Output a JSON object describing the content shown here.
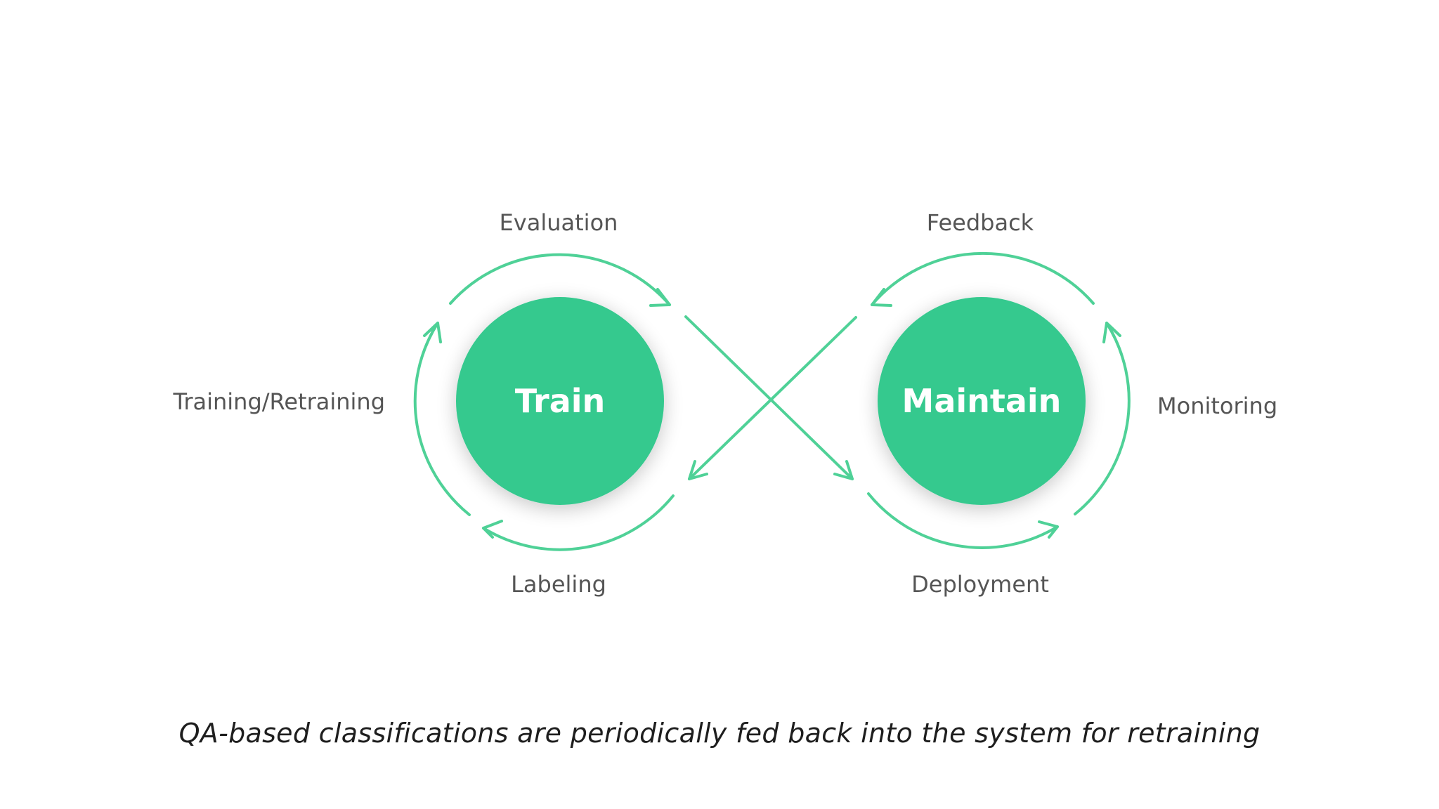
{
  "diagram": {
    "nodes": {
      "train": "Train",
      "maintain": "Maintain"
    },
    "stages": {
      "evaluation": "Evaluation",
      "training": "Training/Retraining",
      "labeling": "Labeling",
      "feedback": "Feedback",
      "monitoring": "Monitoring",
      "deployment": "Deployment"
    }
  },
  "caption": "QA-based classifications are periodically fed back into the system for retraining",
  "colors": {
    "node_fill": "#35c98e",
    "arrow": "#4fd197",
    "label": "#555555",
    "caption": "#1e1e1e"
  }
}
